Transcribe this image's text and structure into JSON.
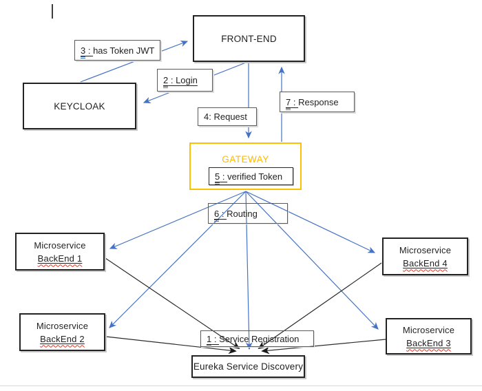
{
  "diagram": {
    "nodes": {
      "frontend": {
        "label": "FRONT-END"
      },
      "keycloak": {
        "label": "KEYCLOAK"
      },
      "gateway": {
        "label": "GATEWAY"
      },
      "ms1": {
        "line1": "Microservice",
        "line2": "BackEnd 1"
      },
      "ms2": {
        "line1": "Microservice",
        "line2": "BackEnd 2"
      },
      "ms3": {
        "line1": "Microservice",
        "line2": "BackEnd 3"
      },
      "ms4": {
        "line1": "Microservice",
        "line2": "BackEnd 4"
      },
      "eureka": {
        "label": "Eureka Service Discovery"
      }
    },
    "labels": {
      "l1": {
        "num": "1",
        "sep": " : ",
        "text": "Service Registration"
      },
      "l2": {
        "num": "2",
        "sep": " : ",
        "text": "Login"
      },
      "l3": {
        "num": "3",
        "sep": " : ",
        "text": "has Token JWT"
      },
      "l4": {
        "num": "4:",
        "sep": " ",
        "text": "Request"
      },
      "l5": {
        "num": "5",
        "sep": " : ",
        "text": "verified Token"
      },
      "l6": {
        "num": "6",
        "sep": " : ",
        "text": "Routing"
      },
      "l7": {
        "num": "7",
        "sep": " : ",
        "text": "Response"
      }
    },
    "colors": {
      "arrow_blue": "#4472C4",
      "arrow_black": "#2b2b2b",
      "gateway_border": "#FFC000",
      "gateway_text": "#FFB900",
      "grammar_underline_blue": "#4472C4",
      "spellcheck_wavy_red": "#E0301E",
      "box_border": "#222222",
      "label_border": "#595959"
    }
  }
}
